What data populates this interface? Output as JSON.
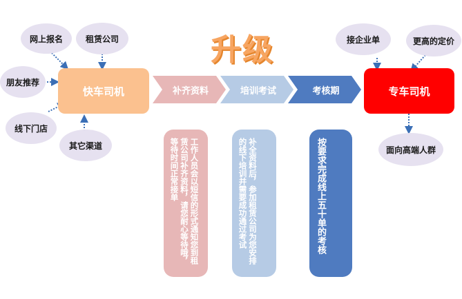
{
  "title": "升级",
  "colors": {
    "bubble": "#e6e1f0",
    "kuaiche": "#fbc18f",
    "zhuanche": "#ff0000",
    "step_pink": "#e7b7b7",
    "step_light_blue": "#b6cbe5",
    "step_blue": "#4f7bc0",
    "title_orange": "#f7a561"
  },
  "left_bubbles": [
    "网上报名",
    "租赁公司",
    "朋友推荐",
    "线下门店",
    "其它渠道"
  ],
  "right_bubbles": [
    "接企业单",
    "更高的定价",
    "面向高端人群"
  ],
  "start_box": "快车司机",
  "end_box": "专车司机",
  "steps": [
    "补齐资料",
    "培训考试",
    "考核期"
  ],
  "notes": [
    "工作人员会以短信的形式通知您到租赁公司补齐资料，请您耐心等待哦，等待时间正常接单",
    "补全资料后，参加租赁公司为您安排的线下培训并需要成功通过考试",
    "按要求完成线上五十单的考核"
  ]
}
